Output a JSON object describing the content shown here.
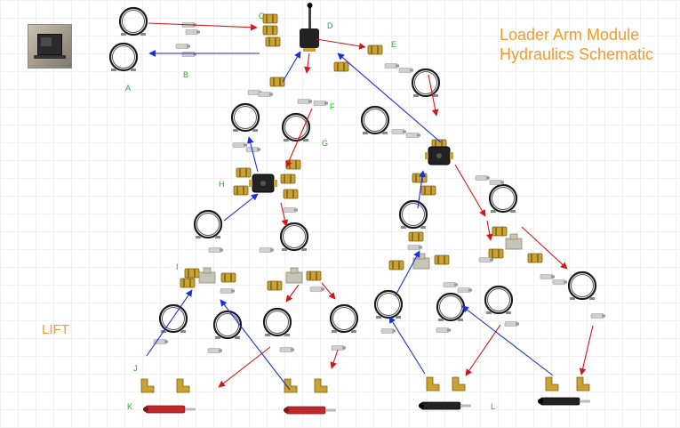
{
  "title": {
    "line1": "Loader Arm Module",
    "line2": "Hydraulics Schematic"
  },
  "side_label": "LIFT",
  "labels": {
    "A": "A",
    "B": "B",
    "C": "C",
    "D": "D",
    "E": "E",
    "F": "F",
    "G": "G",
    "H": "H",
    "I": "I",
    "J": "J",
    "K": "K",
    "L": "L"
  },
  "colors": {
    "pressure_arrow": "#d01818",
    "return_arrow": "#1a2fd6",
    "label_green": "#1fb01f",
    "title_orange": "#f39a2b",
    "hose": "#1b1b1b",
    "fitting_brass": "#c9a233",
    "cylinder_red": "#c0292b",
    "cylinder_black": "#222222",
    "valve_black": "#222222"
  },
  "icons": {
    "hose": "hose-coil-icon",
    "fitting": "brass-fitting-icon",
    "adapter": "adapter-icon",
    "valve": "flow-divider-valve-icon",
    "control_valve": "control-valve-icon",
    "tee": "tee-fitting-icon",
    "cylinder": "hydraulic-cylinder-icon",
    "power_unit": "power-unit-photo"
  }
}
